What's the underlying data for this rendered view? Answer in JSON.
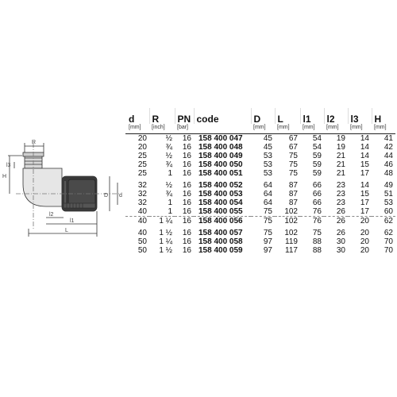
{
  "drawing": {
    "dimension_labels": {
      "R": "R",
      "H": "H",
      "l3": "l3",
      "l2": "l2",
      "l1": "l1",
      "L": "L",
      "D": "D",
      "d": "d"
    }
  },
  "table": {
    "columns": [
      {
        "key": "d",
        "label": "d",
        "unit": "[mm]"
      },
      {
        "key": "R",
        "label": "R",
        "unit": "[inch]"
      },
      {
        "key": "PN",
        "label": "PN",
        "unit": "[bar]"
      },
      {
        "key": "code",
        "label": "code",
        "unit": ""
      },
      {
        "key": "D",
        "label": "D",
        "unit": "[mm]"
      },
      {
        "key": "L",
        "label": "L",
        "unit": "[mm]"
      },
      {
        "key": "l1",
        "label": "l1",
        "unit": "[mm]"
      },
      {
        "key": "l2",
        "label": "l2",
        "unit": "[mm]"
      },
      {
        "key": "l3",
        "label": "l3",
        "unit": "[mm]"
      },
      {
        "key": "H",
        "label": "H",
        "unit": "[mm]"
      }
    ],
    "rows": [
      [
        "20",
        "½",
        "16",
        "158 400 047",
        "45",
        "67",
        "54",
        "19",
        "14",
        "41"
      ],
      [
        "20",
        "¾",
        "16",
        "158 400 048",
        "45",
        "67",
        "54",
        "19",
        "14",
        "42"
      ],
      [
        "25",
        "½",
        "16",
        "158 400 049",
        "53",
        "75",
        "59",
        "21",
        "14",
        "44"
      ],
      [
        "25",
        "¾",
        "16",
        "158 400 050",
        "53",
        "75",
        "59",
        "21",
        "15",
        "46"
      ],
      [
        "25",
        "1",
        "16",
        "158 400 051",
        "53",
        "75",
        "59",
        "21",
        "17",
        "48"
      ],
      [
        "32",
        "½",
        "16",
        "158 400 052",
        "64",
        "87",
        "66",
        "23",
        "14",
        "49"
      ],
      [
        "32",
        "¾",
        "16",
        "158 400 053",
        "64",
        "87",
        "66",
        "23",
        "15",
        "51"
      ],
      [
        "32",
        "1",
        "16",
        "158 400 054",
        "64",
        "87",
        "66",
        "23",
        "17",
        "53"
      ],
      [
        "40",
        "1",
        "16",
        "158 400 055",
        "75",
        "102",
        "76",
        "26",
        "17",
        "60"
      ],
      [
        "40",
        "1 ¼",
        "16",
        "158 400 056",
        "75",
        "102",
        "76",
        "26",
        "20",
        "62"
      ],
      [
        "40",
        "1 ½",
        "16",
        "158 400 057",
        "75",
        "102",
        "75",
        "26",
        "20",
        "62"
      ],
      [
        "50",
        "1 ¼",
        "16",
        "158 400 058",
        "97",
        "119",
        "88",
        "30",
        "20",
        "70"
      ],
      [
        "50",
        "1 ½",
        "16",
        "158 400 059",
        "97",
        "117",
        "88",
        "30",
        "20",
        "70"
      ]
    ],
    "row_styles": [
      "",
      "",
      "",
      "",
      "",
      "gap",
      "",
      "",
      "",
      "sepd",
      "gap",
      "",
      ""
    ]
  }
}
